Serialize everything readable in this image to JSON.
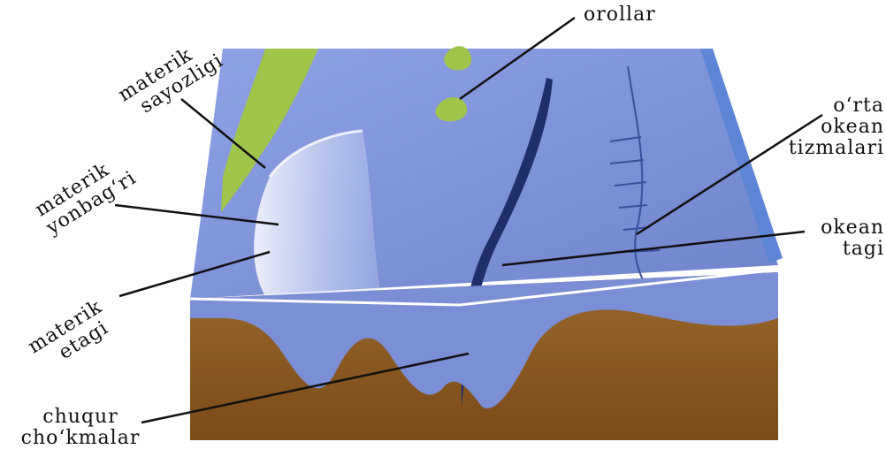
{
  "labels": {
    "orollar": "orollar",
    "orta_okean_tizmalari": [
      "o‘rta",
      "okean",
      "tizmalari"
    ],
    "okean_tagi": [
      "okean",
      "tagi"
    ],
    "materik_sayozligi": [
      "materik",
      "sayozligi"
    ],
    "materik_yonbagri": [
      "materik",
      "yonbag‘ri"
    ],
    "materik_etagi": [
      "materik",
      "etagi"
    ],
    "chuqur_chokmalar": [
      "chuqur",
      "cho‘kmalar"
    ]
  },
  "colors": {
    "ocean_floor": "#7f93d6",
    "ocean_edge": "#5f7fd0",
    "land": "#9fc54a",
    "sediment": "#8a5a22",
    "trench": "#1f2f6a"
  }
}
